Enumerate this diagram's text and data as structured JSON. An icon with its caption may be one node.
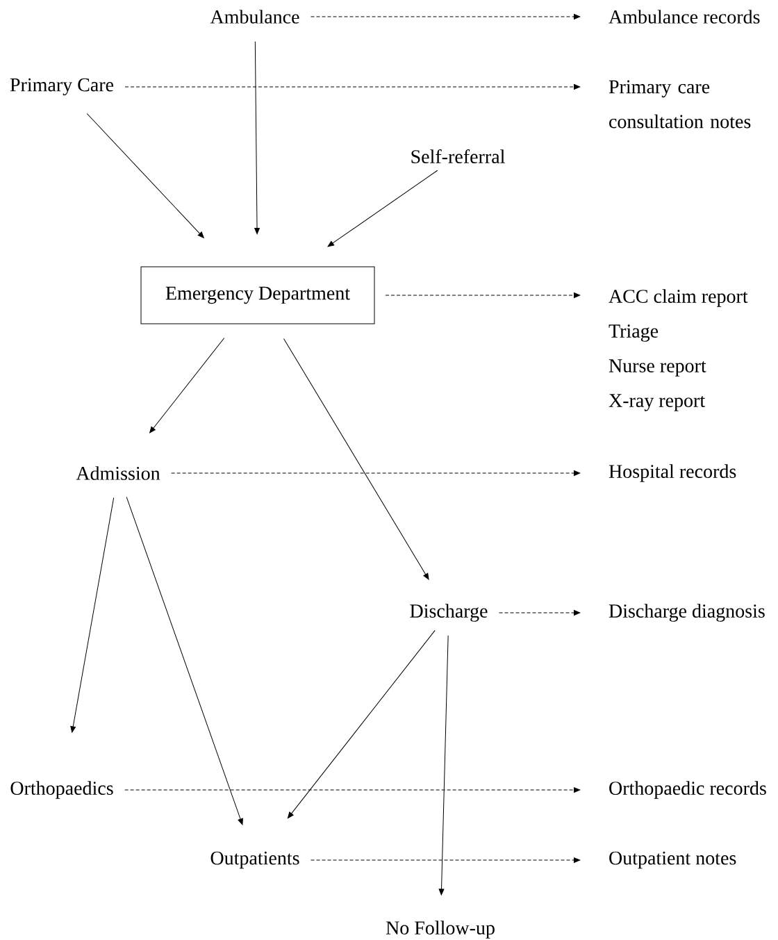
{
  "diagram": {
    "nodes": [
      {
        "text": [
          "Ambulance"
        ]
      },
      {
        "text": [
          "Ambulance records"
        ]
      },
      {
        "text": [
          "Primary Care"
        ]
      },
      {
        "text": [
          "Primary care consultation notes"
        ]
      },
      {
        "text": [
          "Self-referral"
        ]
      },
      {
        "text": [
          "Emergency Department"
        ]
      },
      {
        "text": [
          "ACC claim report",
          "Triage",
          "Nurse report",
          "X-ray report"
        ]
      },
      {
        "text": [
          "Admission"
        ]
      },
      {
        "text": [
          "Hospital records"
        ]
      },
      {
        "text": [
          "Discharge"
        ]
      },
      {
        "text": [
          "Discharge diagnosis"
        ]
      },
      {
        "text": [
          "Orthopaedics"
        ]
      },
      {
        "text": [
          "Orthopaedic records"
        ]
      },
      {
        "text": [
          "Outpatients"
        ]
      },
      {
        "text": [
          "Outpatient notes"
        ]
      },
      {
        "text": [
          "No Follow-up"
        ]
      }
    ],
    "edges": [
      {
        "from": 0,
        "to": 1,
        "arrow": "to",
        "style": "dashed"
      },
      {
        "from": 0,
        "to": 5,
        "arrow": "to"
      },
      {
        "from": 2,
        "to": 3,
        "arrow": "to",
        "style": "dashed"
      },
      {
        "from": 2,
        "to": 5,
        "arrow": "to"
      },
      {
        "from": 4,
        "to": 5,
        "arrow": "to"
      },
      {
        "from": 5,
        "to": 6,
        "arrow": "to",
        "style": "dashed"
      },
      {
        "from": 5,
        "to": 7,
        "arrow": "to"
      },
      {
        "from": 5,
        "to": 9,
        "arrow": "to"
      },
      {
        "from": 7,
        "to": 8,
        "arrow": "to",
        "style": "dashed"
      },
      {
        "from": 7,
        "to": 11,
        "arrow": "to"
      },
      {
        "from": 7,
        "to": 13,
        "arrow": "to"
      },
      {
        "from": 9,
        "to": 10,
        "arrow": "to",
        "style": "dashed"
      },
      {
        "from": 9,
        "to": 13,
        "arrow": "to"
      },
      {
        "from": 9,
        "to": 15,
        "arrow": "to"
      },
      {
        "from": 11,
        "to": 12,
        "arrow": "to",
        "style": "dashed"
      },
      {
        "from": 13,
        "to": 14,
        "arrow": "to",
        "style": "dashed"
      }
    ]
  }
}
